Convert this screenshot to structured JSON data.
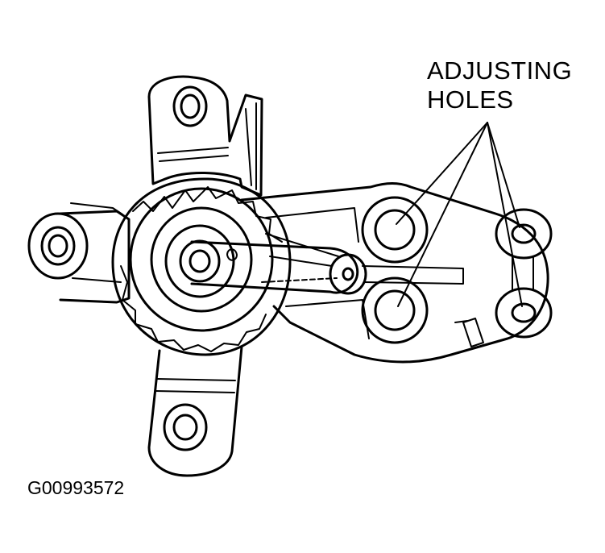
{
  "callout": {
    "line1": "ADJUSTING",
    "line2": "HOLES"
  },
  "figure_id": "G00993572",
  "colors": {
    "ink": "#000000",
    "paper": "#ffffff"
  }
}
